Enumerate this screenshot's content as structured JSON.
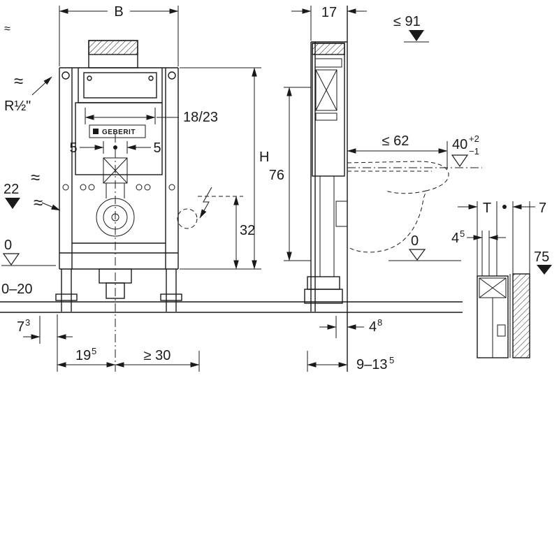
{
  "drawing": {
    "brand": "GEBERIT",
    "symbols": {
      "water": "≈"
    },
    "front": {
      "width": "B",
      "supply_thread": "R½\"",
      "plate": "18/23",
      "left5": "5",
      "right5": "5",
      "supply_height": "22",
      "height": "H",
      "socket_height": "32",
      "zero": "0",
      "floor_range": "0–20",
      "d73": {
        "v": "7",
        "sup": "3"
      },
      "d195": {
        "v": "19",
        "sup": "5"
      },
      "min30": "≥ 30"
    },
    "side": {
      "depth": "17",
      "max91": "≤ 91",
      "h76": "76",
      "max62": "≤ 62",
      "rim40": {
        "v": "40",
        "sup": "+2",
        "sub": "−1"
      },
      "zero": "0",
      "d48": {
        "v": "4",
        "sup": "8"
      },
      "d9135": {
        "v": "9–13",
        "sup": "5"
      }
    },
    "detail": {
      "t": "T",
      "d7": "7",
      "d45": {
        "v": "4",
        "sup": "5"
      },
      "level75": "75"
    }
  }
}
